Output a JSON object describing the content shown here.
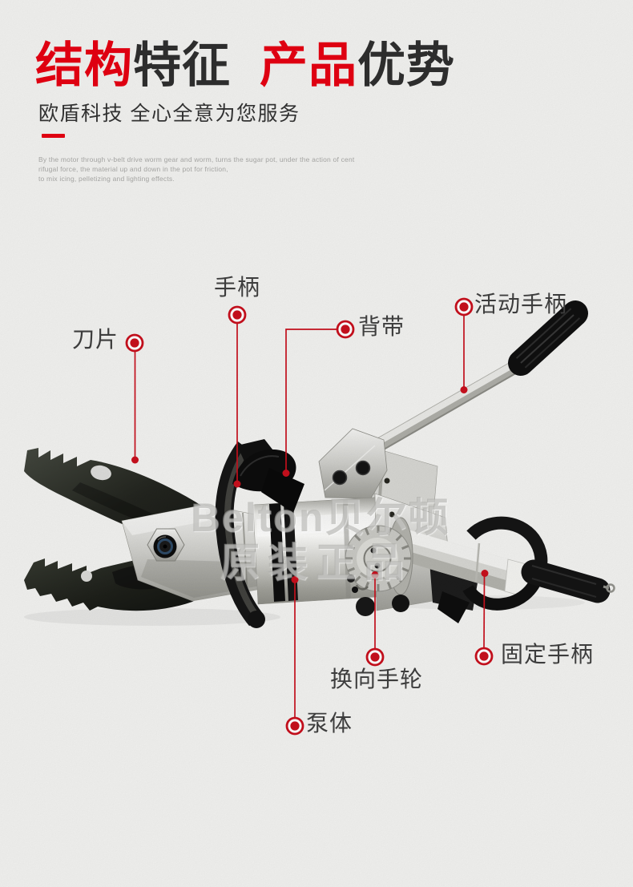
{
  "colors": {
    "background": "#f2f2f0",
    "accent_red": "#e60012",
    "callout_red": "#c8101d",
    "title_black": "#2f2f2f",
    "label_gray": "#3d3d3d"
  },
  "header": {
    "title": {
      "part1": "结构",
      "part2": "特征",
      "part3": "产品",
      "part4": "优势"
    },
    "subtitle": "欧盾科技 全心全意为您服务",
    "description_lines": [
      "By the motor through v-belt drive worm gear and worm, turns the sugar pot, under the action of cent",
      "rifugal force, the material up and down in the pot for friction,",
      "to mix icing, pelletizing and lighting effects."
    ]
  },
  "watermark": {
    "line1": "Belton贝尔顿",
    "line2": "原装正品"
  },
  "callouts": {
    "blade": {
      "label": "刀片"
    },
    "handle": {
      "label": "手柄"
    },
    "strap": {
      "label": "背带"
    },
    "movable_handle": {
      "label": "活动手柄"
    },
    "reversing_handwheel": {
      "label": "换向手轮"
    },
    "fixed_handle": {
      "label": "固定手柄"
    },
    "pump_body": {
      "label": "泵体"
    }
  }
}
